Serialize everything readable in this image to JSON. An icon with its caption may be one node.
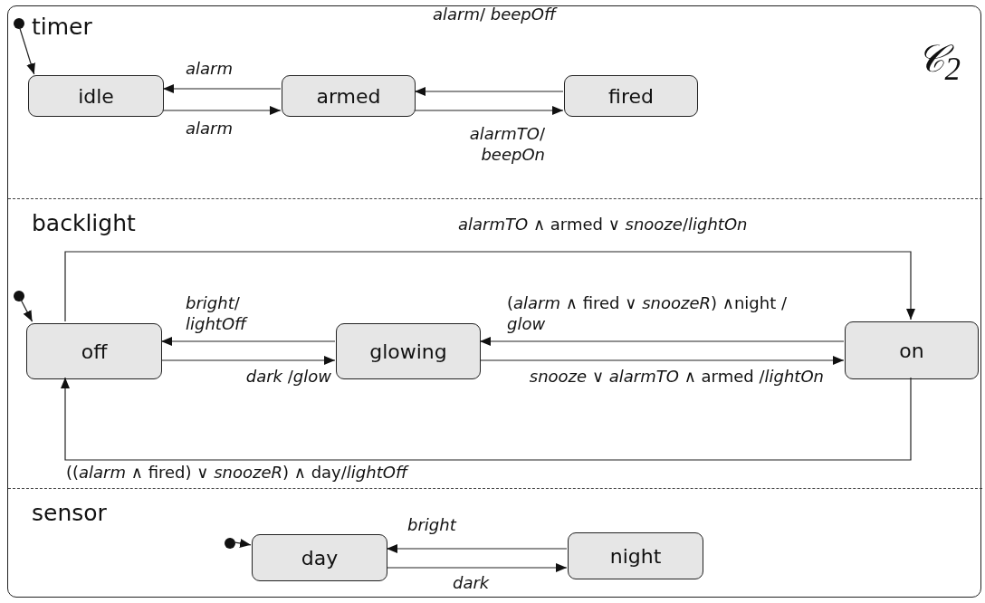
{
  "diagram": {
    "nodes": [
      {
        "text": [
          "𝒞$_{2}$"
        ]
      },
      {
        "text": [
          "timer"
        ],
        "in": 0
      },
      {
        "text": [
          "idle"
        ],
        "in": 1
      },
      {
        "text": [
          "armed"
        ],
        "in": 1
      },
      {
        "text": [
          "fired"
        ],
        "in": 1
      },
      {
        "text": [],
        "shape": "circle",
        "in": 1
      },
      {
        "text": [
          "backlight"
        ],
        "in": 0
      },
      {
        "text": [
          "off"
        ],
        "in": 6
      },
      {
        "text": [
          "glowing"
        ],
        "in": 6
      },
      {
        "text": [
          "on"
        ],
        "in": 6
      },
      {
        "text": [],
        "shape": "circle",
        "in": 6
      },
      {
        "text": [
          "sensor"
        ],
        "in": 0
      },
      {
        "text": [
          "day"
        ],
        "in": 11
      },
      {
        "text": [
          "night"
        ],
        "in": 11
      },
      {
        "text": [],
        "shape": "circle",
        "in": 11
      }
    ],
    "edges": [
      {
        "from": 5,
        "to": 2,
        "arrow": "to"
      },
      {
        "from": 3,
        "to": 2,
        "arrow": "to",
        "label": "*alarm*"
      },
      {
        "from": 2,
        "to": 3,
        "arrow": "to",
        "label": "*alarm*"
      },
      {
        "from": 4,
        "to": 3,
        "arrow": "to",
        "label": "*alarm*/ *beepOff*"
      },
      {
        "from": 3,
        "to": 4,
        "arrow": "to",
        "label": "*alarmTO*/ *beepOn*"
      },
      {
        "from": 10,
        "to": 7,
        "arrow": "to"
      },
      {
        "from": 7,
        "to": 9,
        "arrow": "to",
        "label": "*alarmTO* ∧ armed ∨ *snooze*/*lightOn*"
      },
      {
        "from": 8,
        "to": 7,
        "arrow": "to",
        "label": "*bright*/ *lightOff*"
      },
      {
        "from": 7,
        "to": 8,
        "arrow": "to",
        "label": "*dark* /*glow*"
      },
      {
        "from": 9,
        "to": 8,
        "arrow": "to",
        "label": "(*alarm* ∧ fired ∨ *snoozeR*) ∧night / *glow*"
      },
      {
        "from": 8,
        "to": 9,
        "arrow": "to",
        "label": "*snooze* ∨ *alarmTO* ∧ armed /*lightOn*"
      },
      {
        "from": 9,
        "to": 7,
        "arrow": "to",
        "label": "((*alarm* ∧ fired) ∨ *snoozeR*) ∧ day/*lightOff*"
      },
      {
        "from": 14,
        "to": 12,
        "arrow": "to"
      },
      {
        "from": 13,
        "to": 12,
        "arrow": "to",
        "label": "*bright*"
      },
      {
        "from": 12,
        "to": 13,
        "arrow": "to",
        "label": "*dark*"
      }
    ]
  }
}
